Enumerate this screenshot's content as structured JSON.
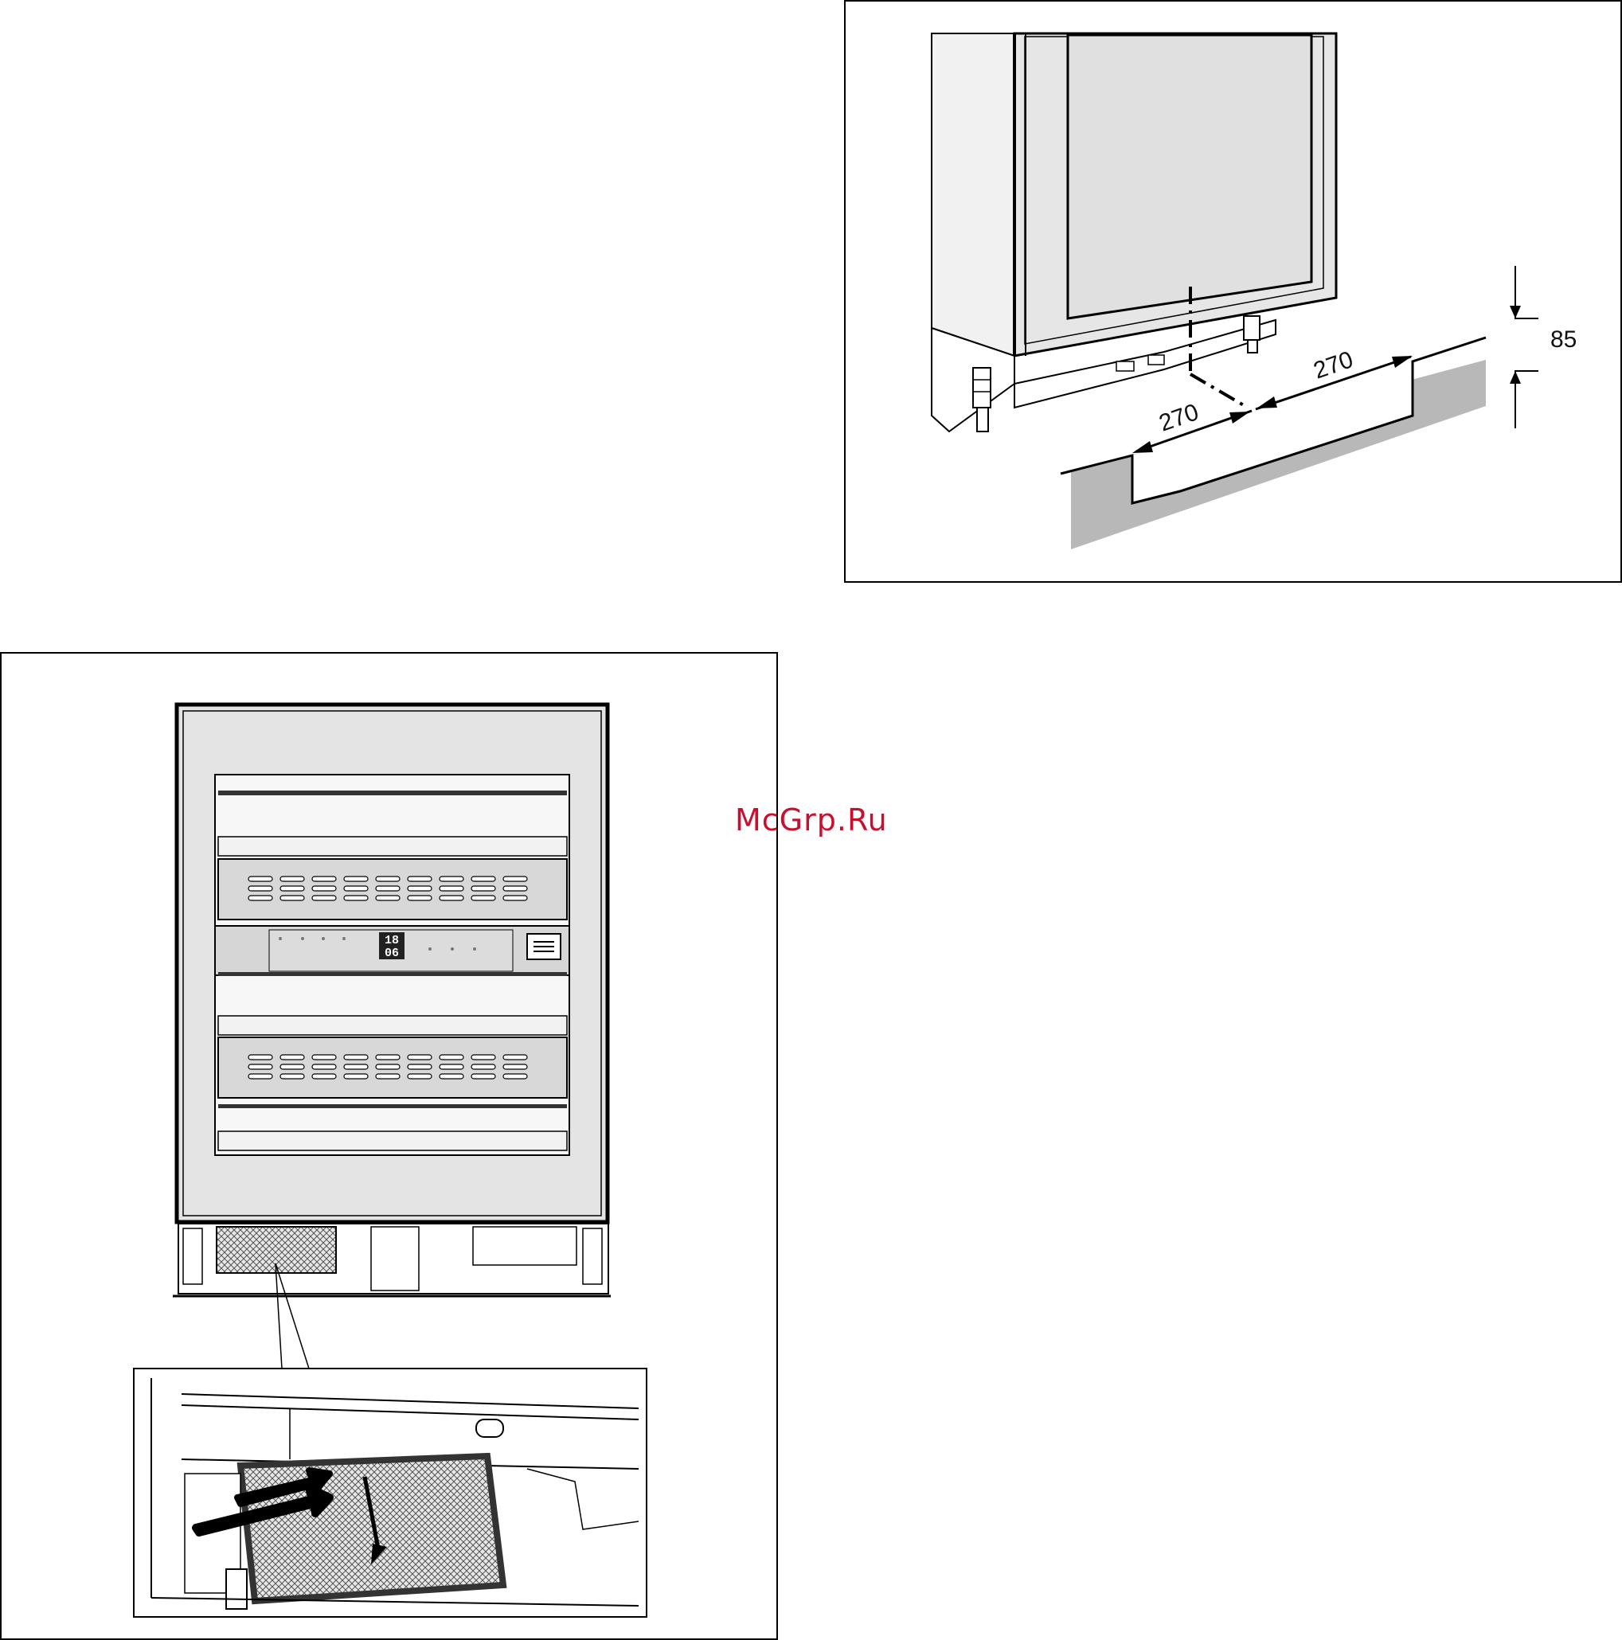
{
  "top_figure": {
    "dimensions": {
      "depth_left": "270",
      "depth_right": "270",
      "height": "85"
    }
  },
  "bottom_figure": {
    "display": {
      "line1": "18",
      "line2": "06"
    }
  },
  "watermark": "McGrp.Ru"
}
